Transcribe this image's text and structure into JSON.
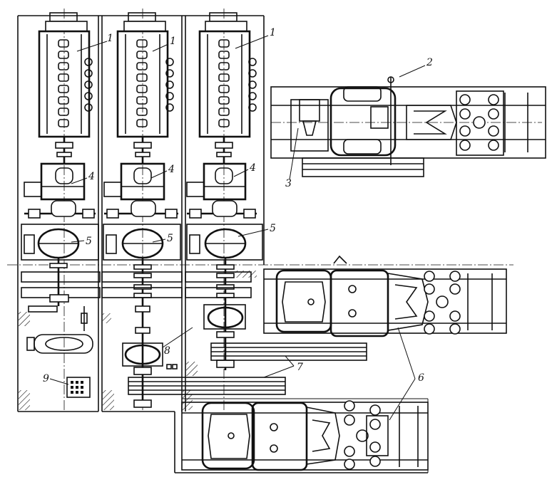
{
  "diagram": {
    "labels": {
      "l1a": "1",
      "l1b": "1",
      "l1c": "1",
      "l2": "2",
      "l3": "3",
      "l4a": "4",
      "l4b": "4",
      "l4c": "4",
      "l5a": "5",
      "l5b": "5",
      "l5c": "5",
      "l6": "6",
      "l7": "7",
      "l8": "8",
      "l9": "9"
    }
  }
}
